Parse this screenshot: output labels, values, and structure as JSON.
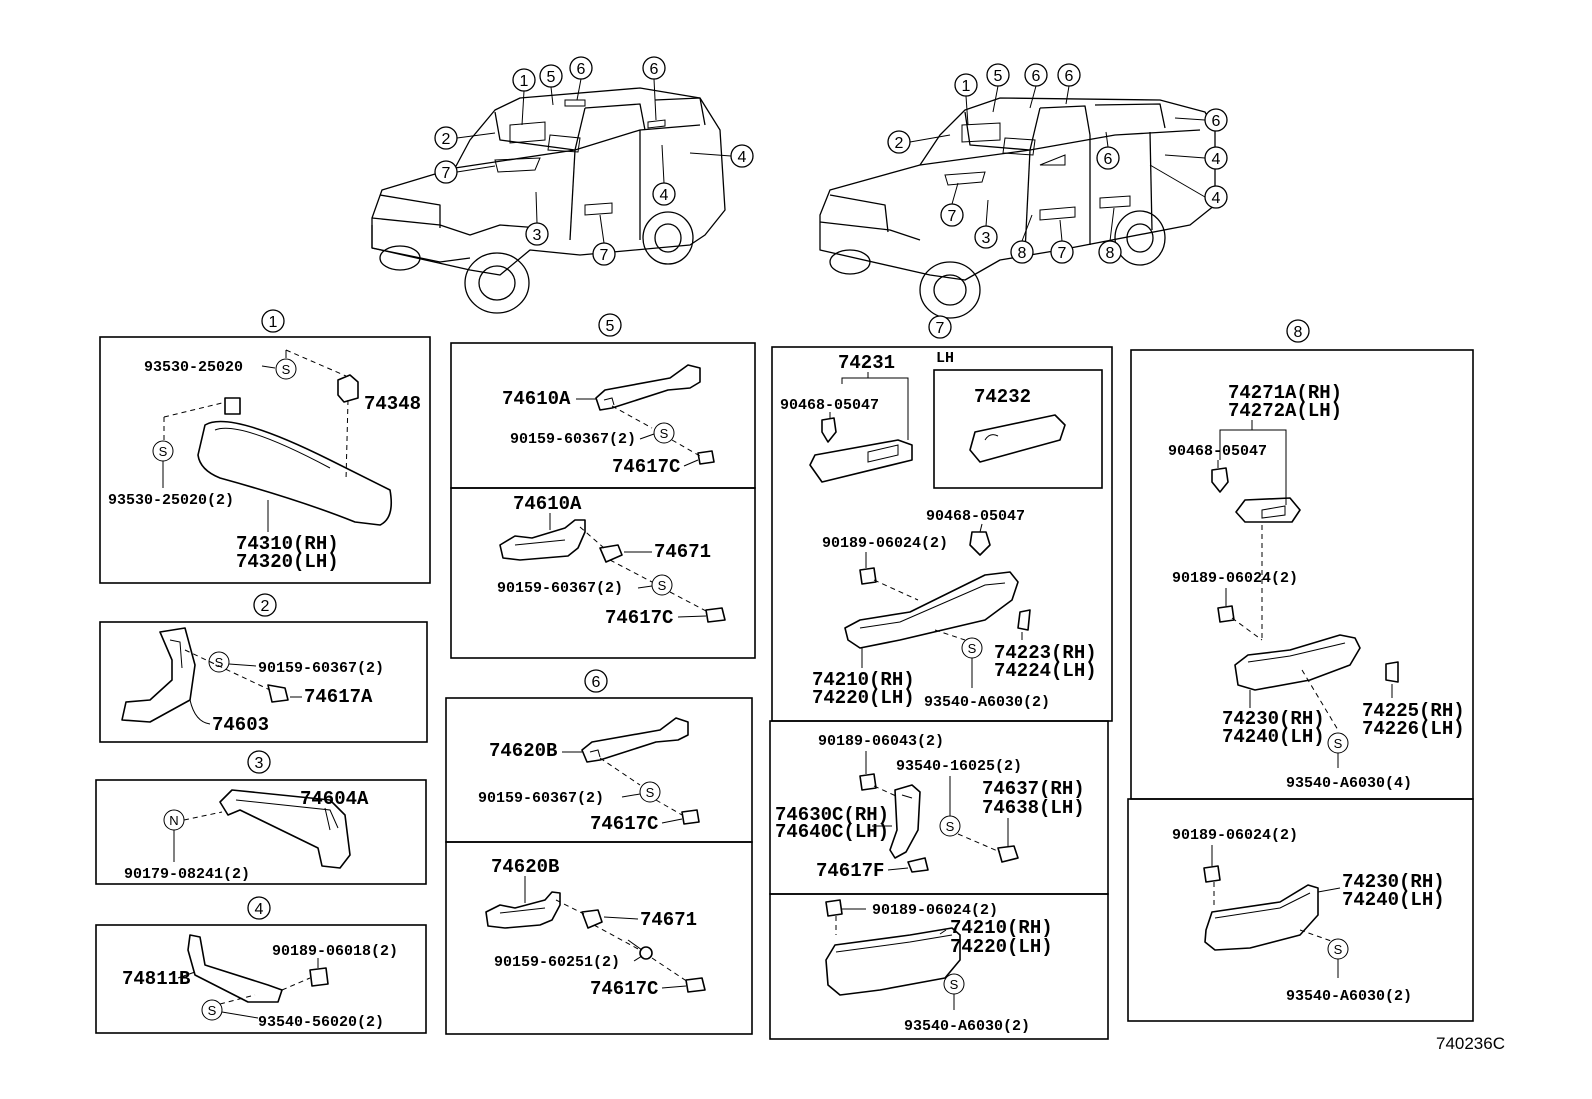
{
  "diagram_code": "740236C",
  "overview_callouts": {
    "left": [
      "1",
      "5",
      "6",
      "6",
      "2",
      "7",
      "4",
      "4",
      "3",
      "7"
    ],
    "right": [
      "1",
      "5",
      "6",
      "6",
      "2",
      "6",
      "6",
      "4",
      "4",
      "7",
      "3",
      "8",
      "7",
      "8"
    ]
  },
  "sections": {
    "s1": {
      "num": "1",
      "labels": [
        "93530-25020",
        "74348",
        "93530-25020(2)",
        "74310(RH)",
        "74320(LH)"
      ]
    },
    "s2": {
      "num": "2",
      "labels": [
        "90159-60367(2)",
        "74617A",
        "74603"
      ]
    },
    "s3": {
      "num": "3",
      "labels": [
        "74604A",
        "90179-08241(2)"
      ]
    },
    "s4": {
      "num": "4",
      "labels": [
        "74811B",
        "90189-06018(2)",
        "93540-56020(2)"
      ]
    },
    "s5": {
      "num": "5",
      "labels": [
        "74610A",
        "90159-60367(2)",
        "74617C",
        "74610A",
        "74671",
        "90159-60367(2)",
        "74617C"
      ]
    },
    "s6": {
      "num": "6",
      "labels": [
        "74620B",
        "90159-60367(2)",
        "74617C",
        "74620B",
        "74671",
        "90159-60251(2)",
        "74617C"
      ]
    },
    "s7": {
      "num": "7",
      "lh": "LH",
      "labels": [
        "74231",
        "74232",
        "90468-05047",
        "90468-05047",
        "90189-06024(2)",
        "74223(RH)",
        "74224(LH)",
        "74210(RH)",
        "74220(LH)",
        "93540-A6030(2)",
        "90189-06043(2)",
        "93540-16025(2)",
        "74637(RH)",
        "74638(LH)",
        "74630C(RH)",
        "74640C(LH)",
        "74617F",
        "90189-06024(2)",
        "74210(RH)",
        "74220(LH)",
        "93540-A6030(2)"
      ]
    },
    "s8": {
      "num": "8",
      "labels": [
        "74271A(RH)",
        "74272A(LH)",
        "90468-05047",
        "90189-06024(2)",
        "74225(RH)",
        "74226(LH)",
        "74230(RH)",
        "74240(LH)",
        "93540-A6030(4)",
        "90189-06024(2)",
        "74230(RH)",
        "74240(LH)",
        "93540-A6030(2)"
      ]
    }
  },
  "symbols": {
    "s": "S",
    "n": "N"
  }
}
